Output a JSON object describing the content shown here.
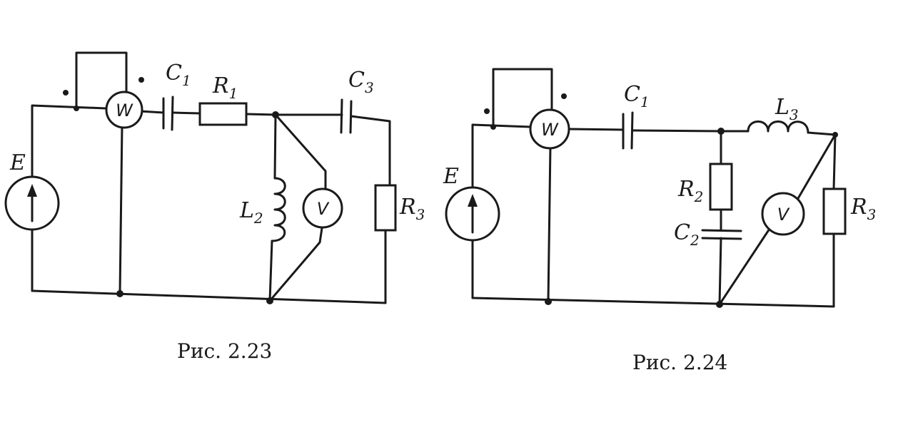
{
  "figure_1": {
    "caption": "Рис. 2.23",
    "labels": {
      "source": "E",
      "wattmeter": "W",
      "voltmeter": "V",
      "c1": "C",
      "c1_sub": "1",
      "r1": "R",
      "r1_sub": "1",
      "c3": "C",
      "c3_sub": "3",
      "l2": "L",
      "l2_sub": "2",
      "r3": "R",
      "r3_sub": "3"
    }
  },
  "figure_2": {
    "caption": "Рис. 2.24",
    "labels": {
      "source": "E",
      "wattmeter": "W",
      "voltmeter": "V",
      "c1": "C",
      "c1_sub": "1",
      "l3": "L",
      "l3_sub": "3",
      "r2": "R",
      "r2_sub": "2",
      "c2": "C",
      "c2_sub": "2",
      "r3": "R",
      "r3_sub": "3"
    }
  }
}
